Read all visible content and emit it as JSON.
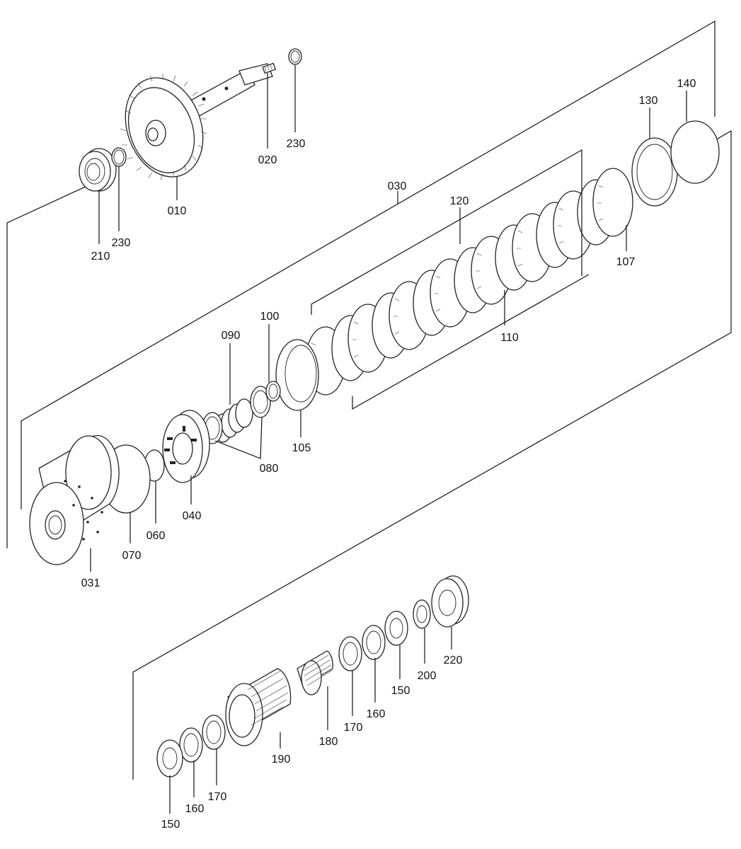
{
  "labels": {
    "p010": "010",
    "p020": "020",
    "p230a": "230",
    "p210": "210",
    "p230b": "230",
    "p030": "030",
    "p120": "120",
    "p130": "130",
    "p140": "140",
    "p107": "107",
    "p110": "110",
    "p090": "090",
    "p100": "100",
    "p080": "080",
    "p105": "105",
    "p040": "040",
    "p060": "060",
    "p070": "070",
    "p031": "031",
    "p220": "220",
    "p200": "200",
    "p150a": "150",
    "p160a": "160",
    "p170a": "170",
    "p180": "180",
    "p190": "190",
    "p170b": "170",
    "p160b": "160",
    "p150b": "150"
  }
}
